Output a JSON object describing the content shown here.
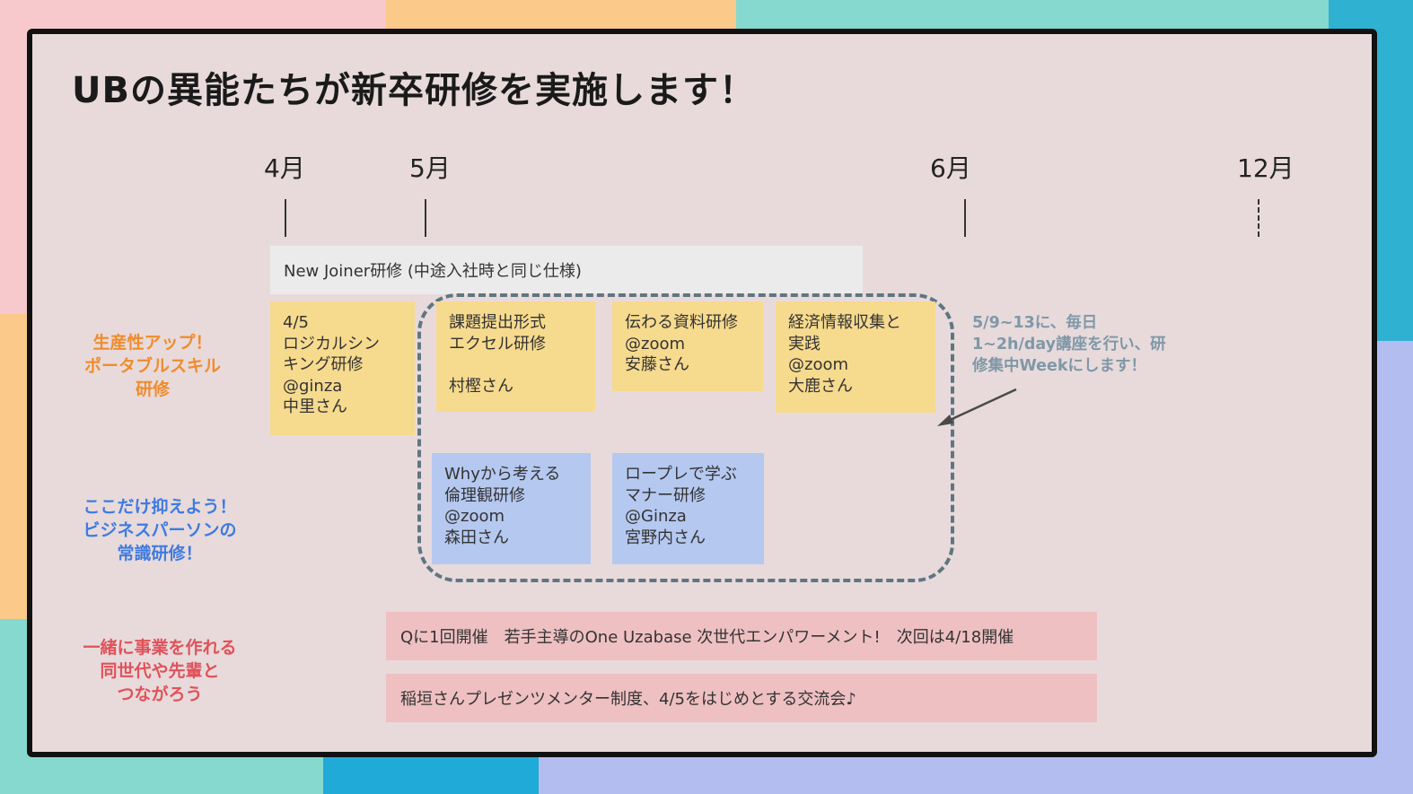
{
  "title": "UBの異能たちが新卒研修を実施します！",
  "months": [
    "4月",
    "5月",
    "6月",
    "12月"
  ],
  "new_joiner": "New Joiner研修 (中途入社時と同じ仕様)",
  "rows": {
    "productivity": "生産性アップ！\nポータブルスキル\n研修",
    "business": "ここだけ抑えよう！\nビジネスパーソンの\n常識研修！",
    "connect": "一緒に事業を作れる\n同世代や先輩と\nつながろう"
  },
  "cards": {
    "logical": "4/5\nロジカルシン\nキング研修\n@ginza\n中里さん",
    "assignment": "課題提出形式\nエクセル研修\n\n村樫さん",
    "document": "伝わる資料研修\n@zoom\n安藤さん",
    "economy": "経済情報収集と\n実践\n@zoom\n大鹿さん",
    "ethics": "Whyから考える\n倫理観研修\n@zoom\n森田さん",
    "manner": "ロープレで学ぶ\nマナー研修\n@Ginza\n宮野内さん"
  },
  "note": "5/9~13に、毎日\n1~2h/day講座を行い、研\n修集中Weekにします！",
  "events": {
    "quarterly": "Qに1回開催　若手主導のOne Uzabase 次世代エンパワーメント!　次回は4/18開催",
    "mentor": "稲垣さんプレゼンツメンター制度、4/5をはじめとする交流会♪"
  },
  "colors": {
    "orange_label": "#f08c2c",
    "blue_label": "#3e7be0",
    "red_label": "#e0525a",
    "yellow_card": "#f6da8e",
    "blue_card": "#b5c8f0",
    "pink_bar": "#eec0c2"
  }
}
